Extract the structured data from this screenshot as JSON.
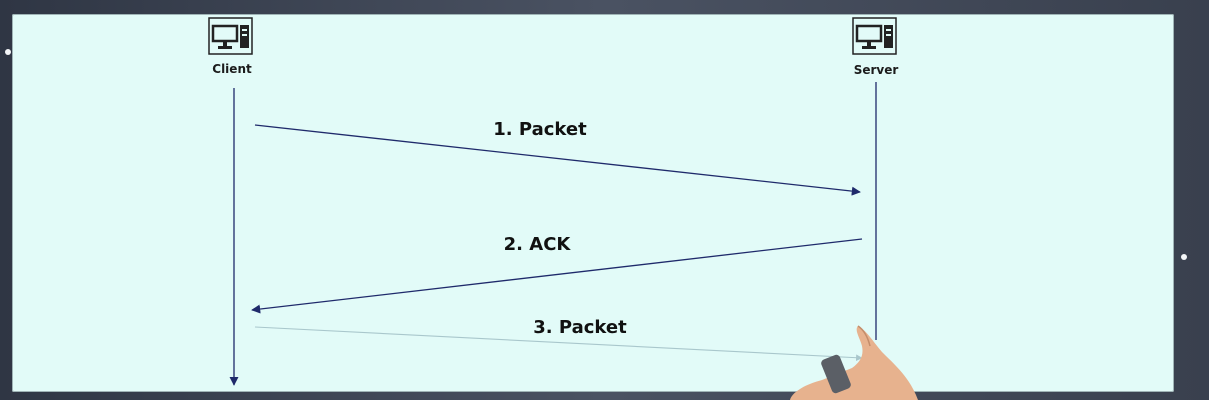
{
  "participants": {
    "client": {
      "label": "Client",
      "icon": "desktop-computer-icon"
    },
    "server": {
      "label": "Server",
      "icon": "desktop-computer-icon"
    }
  },
  "messages": [
    {
      "label": "1. Packet",
      "from": "client",
      "to": "server"
    },
    {
      "label": "2. ACK",
      "from": "server",
      "to": "client"
    },
    {
      "label": "3. Packet",
      "from": "client",
      "to": "server"
    }
  ],
  "colors": {
    "background": "#e2fbf8",
    "arrow": "#1f2a6b",
    "faint_arrow": "#a9c7cc",
    "icon": "#222222"
  }
}
